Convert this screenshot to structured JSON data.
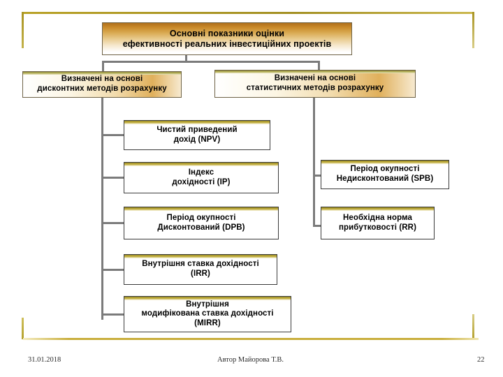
{
  "slide": {
    "title": "Основні показники оцінки\nефективності реальних інвестиційних проектів",
    "branches": {
      "discounted_header": "Визначені на основі\nдисконтних методів розрахунку",
      "statistical_header": "Визначені на основі\nстатистичних методів розрахунку"
    },
    "discounted_indicators": [
      "Чистий приведений\nдохід (NPV)",
      "Індекс\nдохідності (ІР)",
      "Період окупності\nДисконтований (DPB)",
      "Внутрішня ставка дохідності\n(IRR)",
      "Внутрішня\nмодифікована ставка дохідності\n(MIRR)"
    ],
    "statistical_indicators": [
      "Період окупності\nНедисконтований (SPB)",
      "Необхідна норма\nприбутковості (RR)"
    ],
    "footer": {
      "date": "31.01.2018",
      "author": "Автор Майорова Т.В.",
      "page_number": "22"
    },
    "colors": {
      "frame": "#b9a227",
      "box_border": "#3a3a3a",
      "box_accent": "#c7b44a",
      "title_gradient_start": "#b0701b",
      "connector": "#7b7b7b",
      "text": "#000000"
    }
  }
}
